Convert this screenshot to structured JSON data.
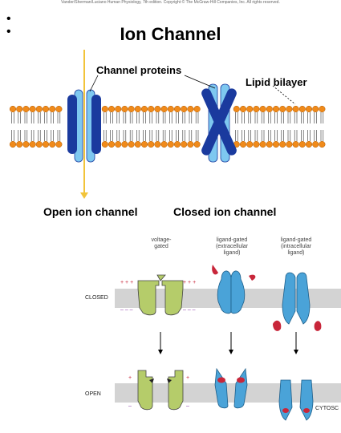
{
  "header": {
    "copyright": "Vander/Sherman/Luciano Human Physiology, 7th edition. Copyright © The McGraw-Hill Companies, Inc. All rights reserved.",
    "title": "Ion Channel",
    "bullets": [
      "•",
      "•"
    ]
  },
  "top_diagram": {
    "channel_proteins_label": "Channel proteins",
    "lipid_bilayer_label": "Lipid bilayer",
    "open_caption": "Open ion channel",
    "closed_caption": "Closed ion channel"
  },
  "bottom_diagram": {
    "col1": [
      "voltage-",
      "gated"
    ],
    "col2": [
      "ligand-gated",
      "(extracellular",
      "ligand)"
    ],
    "col3": [
      "ligand-gated",
      "(intracellular",
      "ligand)"
    ],
    "closed_label": "CLOSED",
    "open_label": "OPEN",
    "cytosol_label": "CYTOSC",
    "plus": "+ + +",
    "minus": "– – –",
    "plus_one": "+",
    "minus_one": "–"
  },
  "colors": {
    "lipid_head": "#f08a1a",
    "channel_light": "#7ec8f0",
    "channel_dark": "#1a3a9e",
    "voltage_green": "#b5cc6a",
    "ligand_blue": "#4aa3d8",
    "ligand_red": "#c8263a",
    "membrane_gray": "#d3d3d3"
  }
}
